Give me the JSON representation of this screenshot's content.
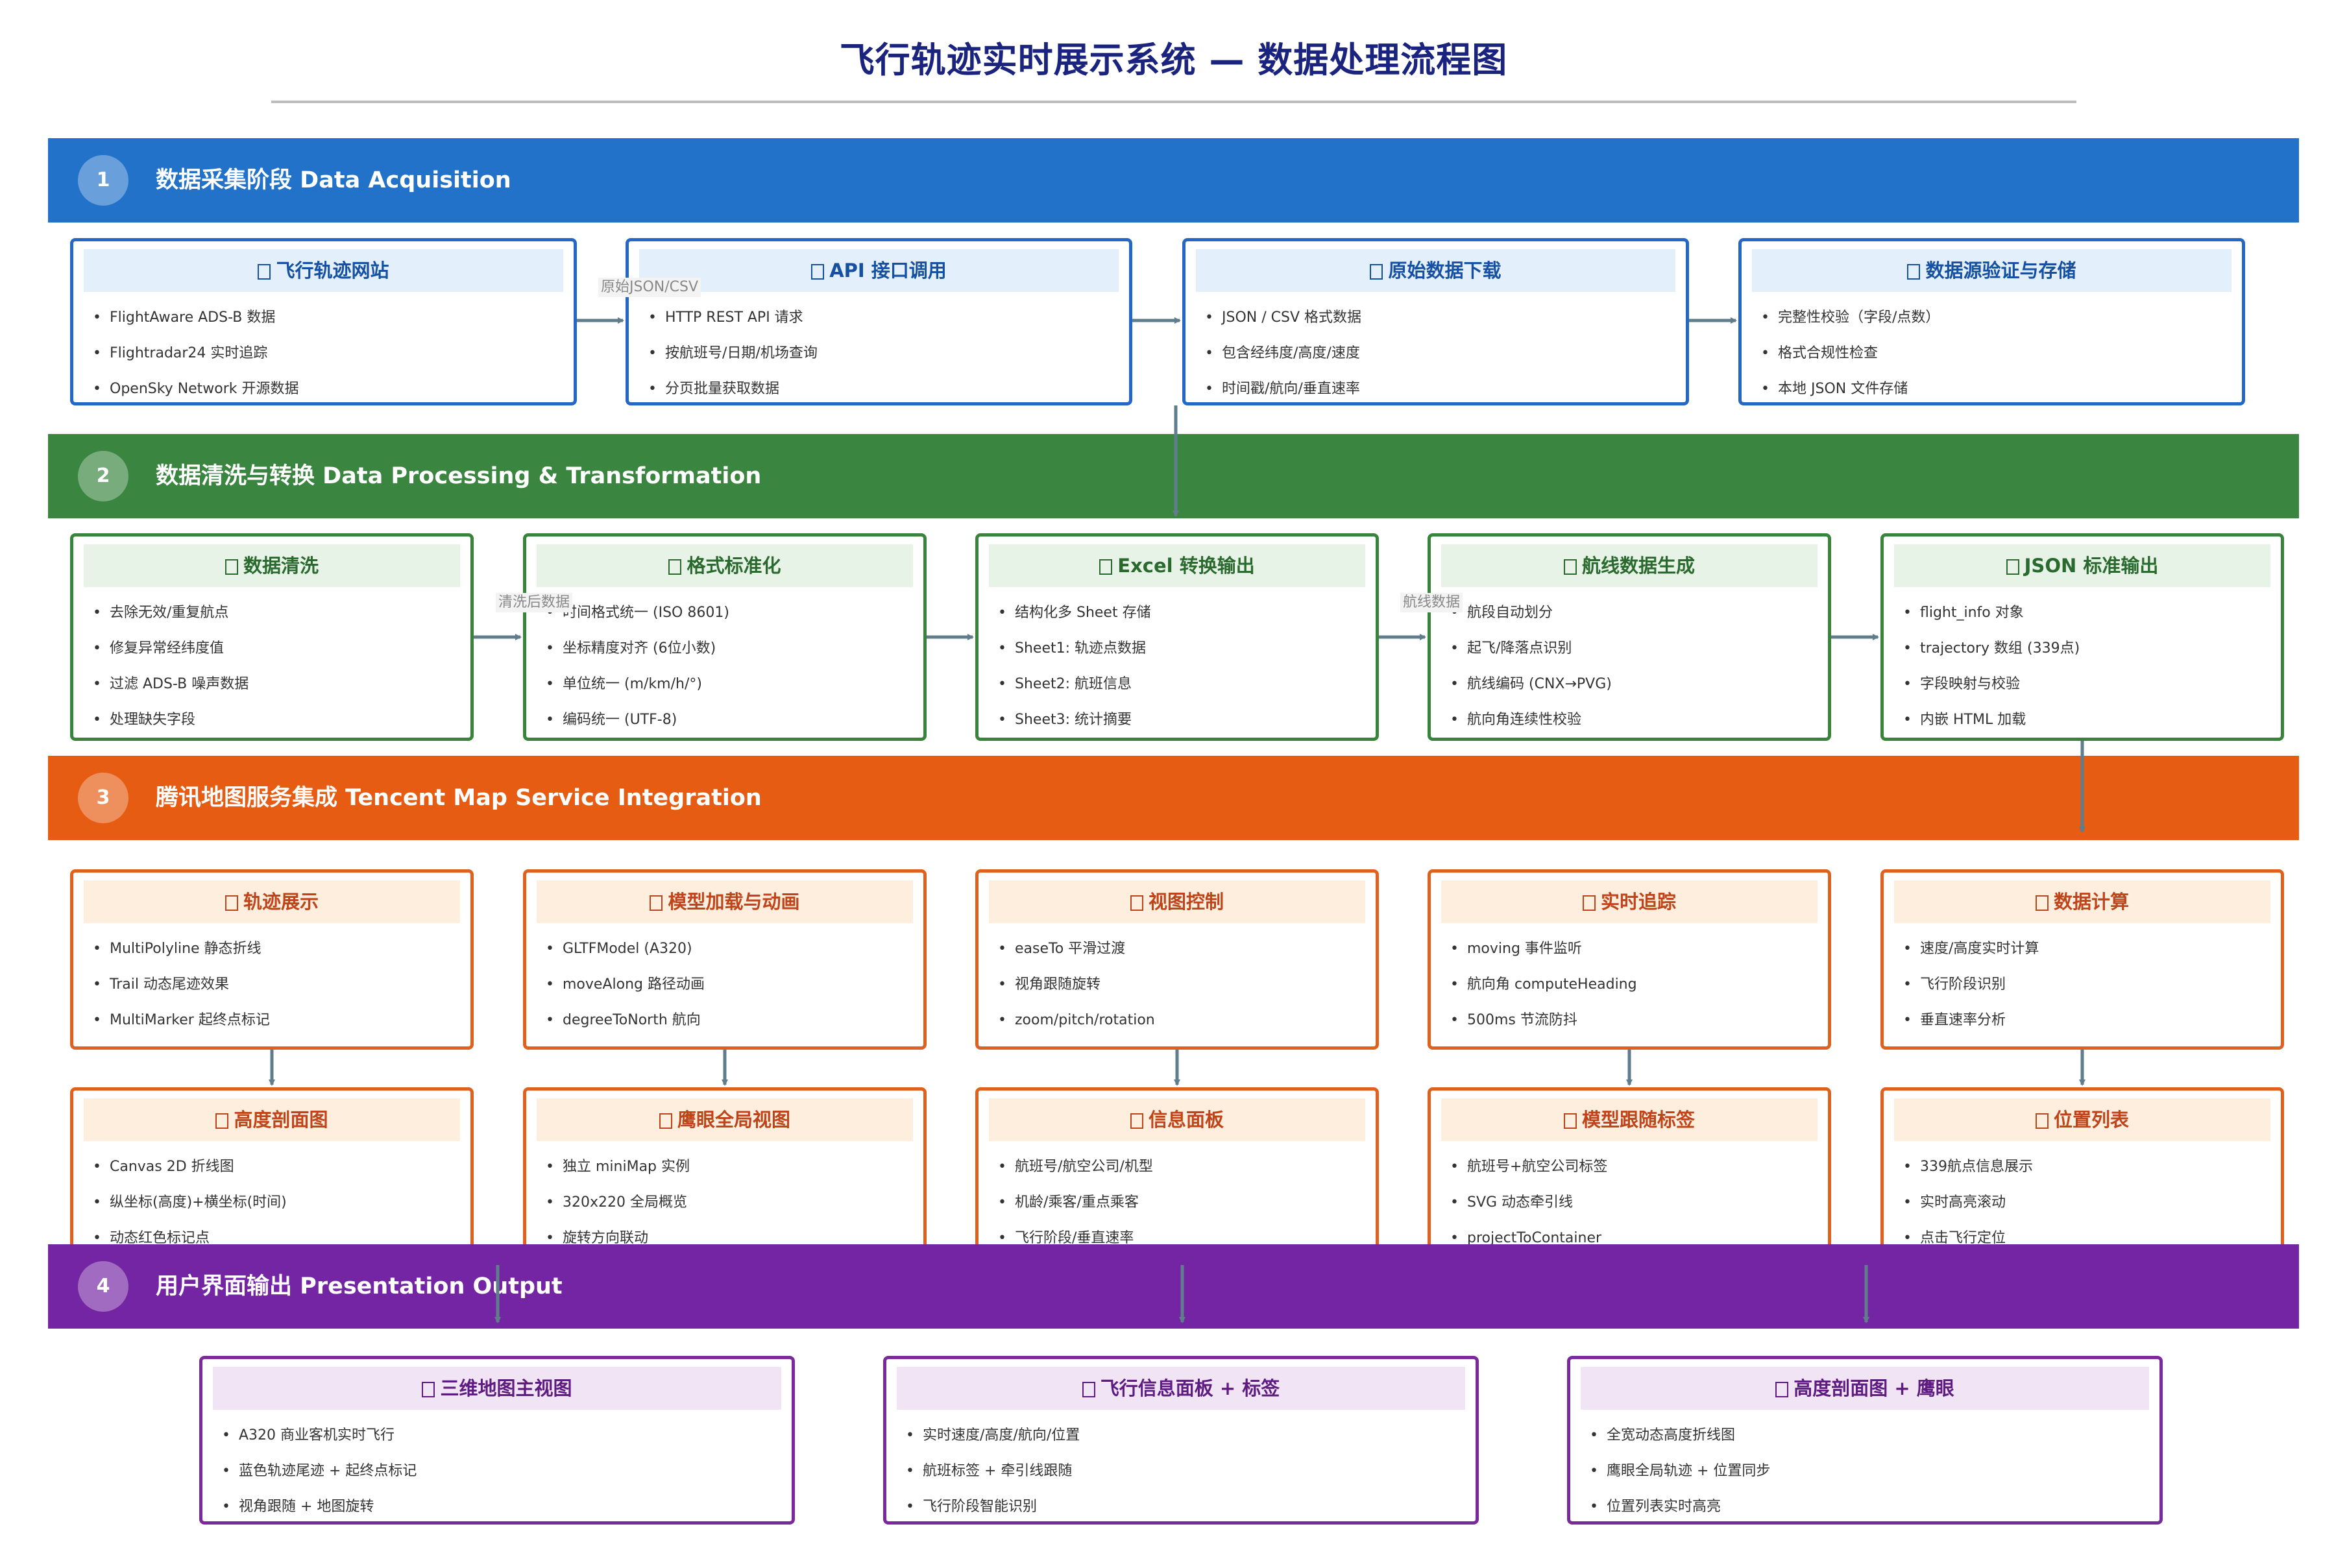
{
  "title": "飞行轨迹实时展示系统 — 数据处理流程图",
  "stages": [
    {
      "num": "1",
      "label": "数据采集阶段  Data Acquisition",
      "color": "#2372c9"
    },
    {
      "num": "2",
      "label": "数据清洗与转换  Data Processing & Transformation",
      "color": "#3a8540"
    },
    {
      "num": "3",
      "label": "腾讯地图服务集成  Tencent Map Service Integration",
      "color": "#e55c12"
    },
    {
      "num": "4",
      "label": "用户界面输出  Presentation Output",
      "color": "#7425a3"
    }
  ],
  "acquisition": [
    {
      "title": "飞行轨迹网站",
      "items": [
        "FlightAware ADS-B 数据",
        "Flightradar24 实时追踪",
        "OpenSky Network 开源数据"
      ]
    },
    {
      "title": "API 接口调用",
      "items": [
        "HTTP REST API 请求",
        "按航班号/日期/机场查询",
        "分页批量获取数据"
      ]
    },
    {
      "title": "原始数据下载",
      "items": [
        "JSON / CSV 格式数据",
        "包含经纬度/高度/速度",
        "时间戳/航向/垂直速率"
      ]
    },
    {
      "title": "数据源验证与存储",
      "items": [
        "完整性校验（字段/点数）",
        "格式合规性检查",
        "本地 JSON 文件存储"
      ]
    }
  ],
  "processing": [
    {
      "title": "数据清洗",
      "items": [
        "去除无效/重复航点",
        "修复异常经纬度值",
        "过滤 ADS-B 噪声数据",
        "处理缺失字段"
      ]
    },
    {
      "title": "格式标准化",
      "items": [
        "时间格式统一 (ISO 8601)",
        "坐标精度对齐 (6位小数)",
        "单位统一 (m/km/h/°)",
        "编码统一 (UTF-8)"
      ]
    },
    {
      "title": "Excel 转换输出",
      "items": [
        "结构化多 Sheet 存储",
        "Sheet1: 轨迹点数据",
        "Sheet2: 航班信息",
        "Sheet3: 统计摘要"
      ]
    },
    {
      "title": "航线数据生成",
      "items": [
        "航段自动划分",
        "起飞/降落点识别",
        "航线编码 (CNX→PVG)",
        "航向角连续性校验"
      ]
    },
    {
      "title": "JSON 标准输出",
      "items": [
        "flight_info 对象",
        "trajectory 数组 (339点)",
        "字段映射与校验",
        "内嵌 HTML 加载"
      ]
    }
  ],
  "map_row1": [
    {
      "title": "轨迹展示",
      "items": [
        "MultiPolyline 静态折线",
        "Trail 动态尾迹效果",
        "MultiMarker 起终点标记"
      ]
    },
    {
      "title": "模型加载与动画",
      "items": [
        "GLTFModel (A320)",
        "moveAlong 路径动画",
        "degreeToNorth 航向"
      ]
    },
    {
      "title": "视图控制",
      "items": [
        "easeTo 平滑过渡",
        "视角跟随旋转",
        "zoom/pitch/rotation"
      ]
    },
    {
      "title": "实时追踪",
      "items": [
        "moving 事件监听",
        "航向角 computeHeading",
        "500ms 节流防抖"
      ]
    },
    {
      "title": "数据计算",
      "items": [
        "速度/高度实时计算",
        "飞行阶段识别",
        "垂直速率分析"
      ]
    }
  ],
  "map_row2": [
    {
      "title": "高度剖面图",
      "items": [
        "Canvas 2D 折线图",
        "纵坐标(高度)+横坐标(时间)",
        "动态红色标记点"
      ]
    },
    {
      "title": "鹰眼全局视图",
      "items": [
        "独立 miniMap 实例",
        "320x220 全局概览",
        "旋转方向联动"
      ]
    },
    {
      "title": "信息面板",
      "items": [
        "航班号/航空公司/机型",
        "机龄/乘客/重点乘客",
        "飞行阶段/垂直速率"
      ]
    },
    {
      "title": "模型跟随标签",
      "items": [
        "航班号+航空公司标签",
        "SVG 动态牵引线",
        "projectToContainer"
      ]
    },
    {
      "title": "位置列表",
      "items": [
        "339航点信息展示",
        "实时高亮滚动",
        "点击飞行定位"
      ]
    }
  ],
  "output": [
    {
      "title": "三维地图主视图",
      "items": [
        "A320 商业客机实时飞行",
        "蓝色轨迹尾迹 + 起终点标记",
        "视角跟随 + 地图旋转"
      ]
    },
    {
      "title": "飞行信息面板 + 标签",
      "items": [
        "实时速度/高度/航向/位置",
        "航班标签 + 牵引线跟随",
        "飞行阶段智能识别"
      ]
    },
    {
      "title": "高度剖面图 + 鹰眼",
      "items": [
        "全宽动态高度折线图",
        "鹰眼全局轨迹 + 位置同步",
        "位置列表实时高亮"
      ]
    }
  ],
  "edge_labels": [
    "原始JSON/CSV",
    "清洗后数据",
    "航线数据"
  ]
}
